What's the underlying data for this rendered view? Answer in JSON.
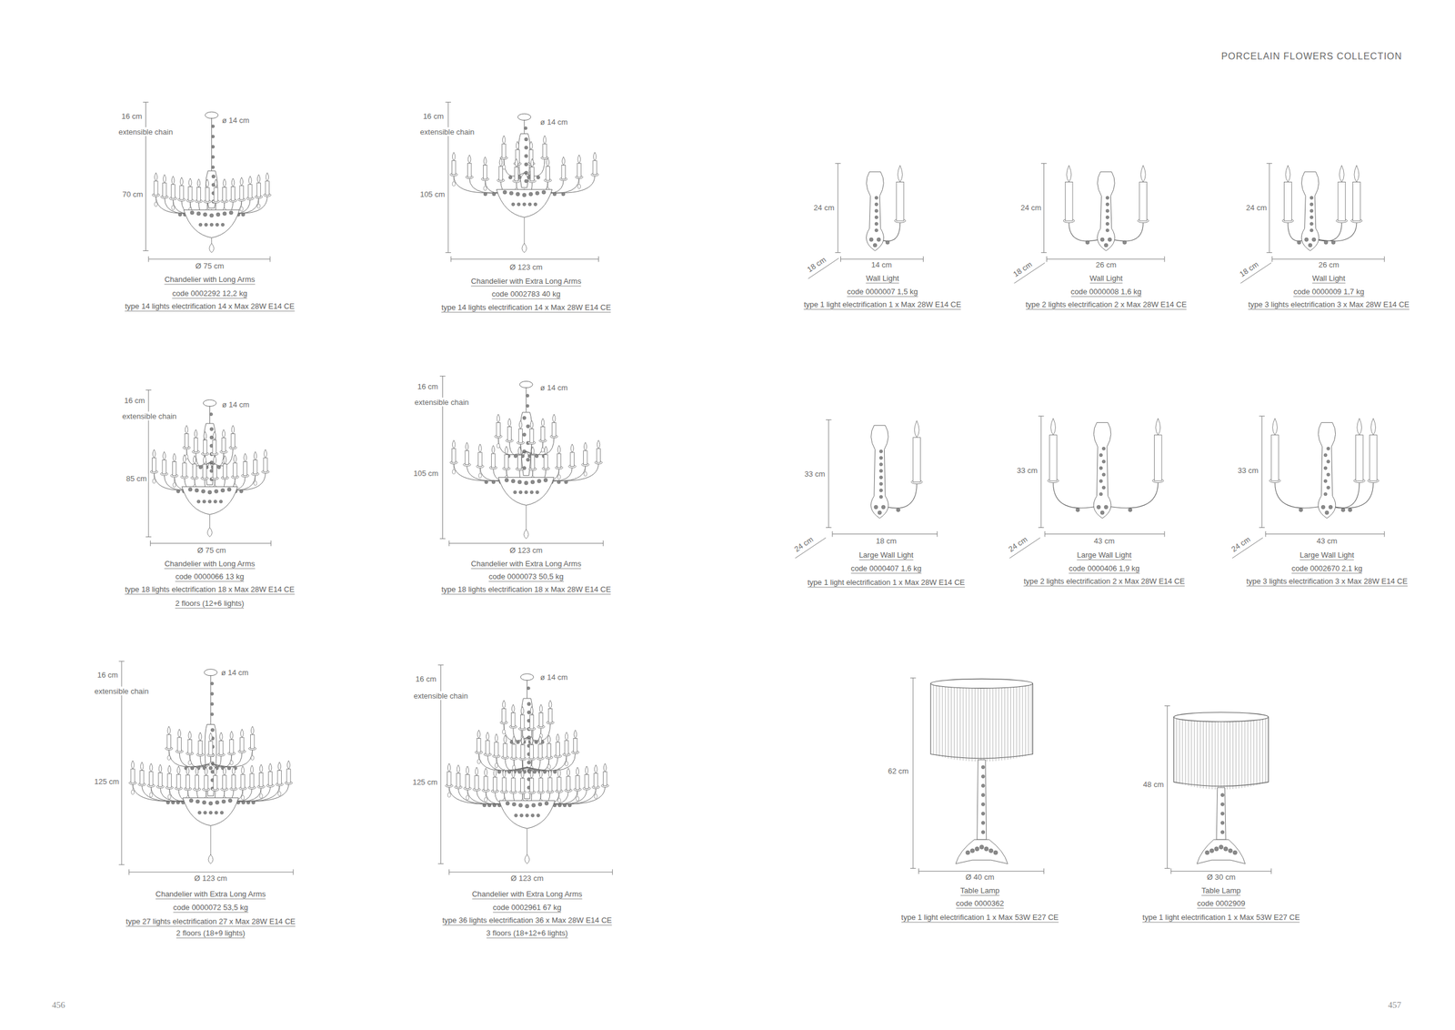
{
  "diagram": {
    "labels": [
      "PORCELAIN FLOWERS COLLECTION",
      "16 cm",
      "extensible chain",
      "ø 14 cm",
      "70 cm",
      "Ø 75 cm",
      "Chandelier with Long Arms",
      "code 0002292 12,2 kg",
      "type 14 lights electrification 14 x Max 28W E14 CE",
      "16 cm",
      "extensible chain",
      "ø 14 cm",
      "105 cm",
      "Ø 123 cm",
      "Chandelier with Extra Long Arms",
      "code 0002783 40 kg",
      "type 14 lights electrification 14 x Max 28W E14 CE",
      "16 cm",
      "extensible chain",
      "ø 14 cm",
      "85 cm",
      "Ø 75 cm",
      "Chandelier with Long Arms",
      "code 0000066 13 kg",
      "type 18 lights electrification 18 x Max 28W E14 CE",
      "2 floors (12+6 lights)",
      "16 cm",
      "extensible chain",
      "ø 14 cm",
      "105 cm",
      "Ø 123 cm",
      "Chandelier with Extra Long Arms",
      "code 0000073 50,5 kg",
      "type 18 lights electrification 18 x Max 28W E14 CE",
      "16 cm",
      "extensible chain",
      "ø 14 cm",
      "125 cm",
      "Ø 123 cm",
      "Chandelier with Extra Long Arms",
      "code 0000072 53,5 kg",
      "type 27 lights electrification 27 x Max 28W E14 CE",
      "2 floors (18+9 lights)",
      "16 cm",
      "extensible chain",
      "ø 14 cm",
      "125 cm",
      "Ø 123 cm",
      "Chandelier with Extra Long Arms",
      "code 0002961 67 kg",
      "type 36 lights electrification 36 x Max 28W E14 CE",
      "3 floors (18+12+6 lights)",
      "24 cm",
      "18 cm",
      "14 cm",
      "Wall Light",
      "code 0000007 1,5 kg",
      "type 1 light electrification 1 x Max 28W E14 CE",
      "24 cm",
      "18 cm",
      "26 cm",
      "Wall Light",
      "code 0000008 1,6 kg",
      "type 2 lights electrification 2 x Max 28W E14 CE",
      "24 cm",
      "18 cm",
      "26 cm",
      "Wall Light",
      "code 0000009 1,7 kg",
      "type 3 lights electrification 3 x Max 28W E14 CE",
      "33 cm",
      "24 cm",
      "18 cm",
      "Large Wall Light",
      "code 0000407 1,6 kg",
      "type 1 light electrification 1 x Max 28W E14 CE",
      "33 cm",
      "24 cm",
      "43 cm",
      "Large Wall Light",
      "code 0000406 1,9 kg",
      "type 2 lights electrification 2 x Max 28W E14 CE",
      "33 cm",
      "24 cm",
      "43 cm",
      "Large Wall Light",
      "code 0002670 2,1 kg",
      "type 3 lights electrification 3 x Max 28W E14 CE",
      "62 cm",
      "Ø 40 cm",
      "Table Lamp",
      "code 0000362",
      "type 1 light electrification 1 x Max 53W E27 CE",
      "48 cm",
      "Ø 30 cm",
      "Table Lamp",
      "code 0002909",
      "type 1 light electrification 1 x Max 53W E27 CE",
      "456",
      "457"
    ]
  }
}
